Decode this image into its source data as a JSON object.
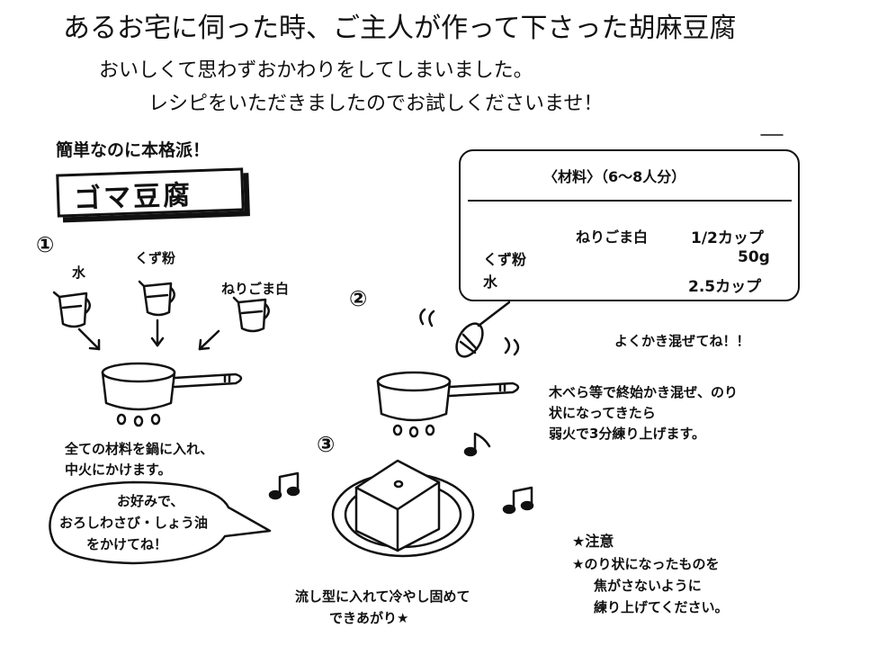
{
  "header": {
    "title": "あるお宅に伺った時、ご主人が作って下さった胡麻豆腐",
    "intro_line1": "おいしくて思わずおかわりをしてしまいました。",
    "intro_line2": "レシピをいただきましたのでお試しくださいませ！"
  },
  "dish": {
    "catch": "簡単なのに本格派！",
    "name": "ゴマ豆腐"
  },
  "ingredients": {
    "title": "〈材料〉（6〜8人分）",
    "items": [
      {
        "name": "ねりごま白",
        "amount": "1/2カップ"
      },
      {
        "name": "くず粉",
        "amount": "50g"
      },
      {
        "name": "水",
        "amount": "2.5カップ"
      }
    ]
  },
  "steps": [
    {
      "number": "①",
      "labels": [
        "水",
        "くず粉",
        "ねりごま白"
      ],
      "text_line1": "全ての材料を鍋に入れ、",
      "text_line2": "中火にかけます。"
    },
    {
      "number": "②",
      "exclaim": "よくかき混ぜてね！！",
      "text_line1": "木べら等で終始かき混ぜ、のり",
      "text_line2": "状になってきたら",
      "text_line3": "弱火で3分練り上げます。"
    },
    {
      "number": "③",
      "text_line1": "流し型に入れて冷やし固めて",
      "text_line2": "できあがり★"
    }
  ],
  "bubble": {
    "line1": "お好みで、",
    "line2": "おろしわさび・しょう油",
    "line3": "をかけてね！"
  },
  "caution": {
    "title": "★注意",
    "line1": "★のり状になったものを",
    "line2": "焦がさないように",
    "line3": "練り上げてください。"
  }
}
